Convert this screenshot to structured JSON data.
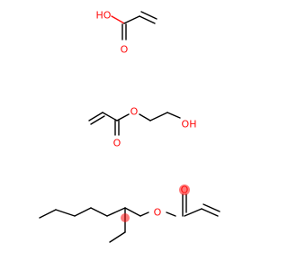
{
  "molecules": [
    {
      "atom_labels": {
        "hydroxyl_oxygen": "HO",
        "carbonyl_oxygen": "O"
      }
    },
    {
      "atom_labels": {
        "carbonyl_oxygen": "O",
        "ester_oxygen": "O",
        "hydroxyl_oxygen": "OH"
      }
    },
    {
      "atom_labels": {
        "carbonyl_oxygen": "O",
        "ester_oxygen": "O"
      }
    }
  ],
  "colors": {
    "bond": "#000000",
    "oxygen": "#ff0d0d",
    "background": "#ffffff"
  }
}
